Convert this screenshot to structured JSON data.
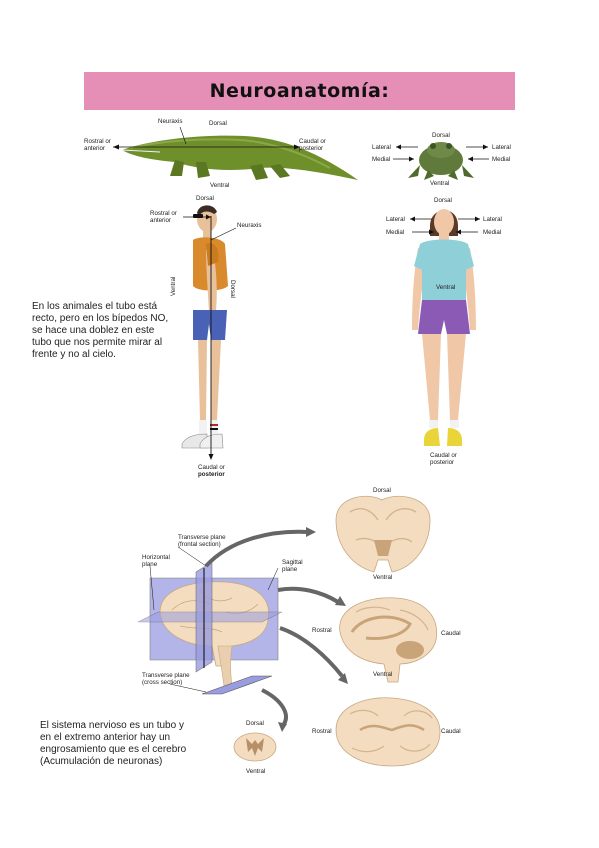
{
  "header": {
    "title": "Neuroanatomía:"
  },
  "crocodile": {
    "neuraxis": "Neuraxis",
    "dorsal": "Dorsal",
    "rostral": "Rostral or\nanterior",
    "caudal": "Caudal or\nposterior",
    "ventral": "Ventral"
  },
  "frog": {
    "dorsal": "Dorsal",
    "lateral_left": "Lateral",
    "lateral_right": "Lateral",
    "medial_left": "Medial",
    "medial_right": "Medial",
    "ventral": "Ventral"
  },
  "man": {
    "dorsal_top": "Dorsal",
    "rostral": "Rostral or\nanterior",
    "neuraxis": "Neuraxis",
    "ventral": "Ventral",
    "dorsal_side": "Dorsal",
    "caudal": "Caudal or",
    "posterior": "posterior"
  },
  "woman": {
    "dorsal": "Dorsal",
    "lateral_left": "Lateral",
    "lateral_right": "Lateral",
    "medial_left": "Medial",
    "medial_right": "Medial",
    "ventral": "Ventral",
    "caudal": "Caudal or\nposterior"
  },
  "notes": {
    "tube": "En los animales el tubo está recto, pero en los bípedos NO, se hace una doblez en este tubo que nos permite mirar al frente y no al cielo.",
    "system": "El sistema nervioso es un tubo y en el extremo anterior hay un engrosamiento que es el cerebro (Acumulación de neuronas)"
  },
  "brain_planes": {
    "transverse_frontal": "Transverse plane\n(frontal section)",
    "horizontal": "Horizontal\nplane",
    "sagittal": "Sagittal\nplane",
    "transverse_cross": "Transverse plane\n(cross section)",
    "coronal_dorsal": "Dorsal",
    "coronal_ventral": "Ventral",
    "sag_rostral": "Rostral",
    "sag_caudal": "Caudal",
    "sag_ventral": "Ventral",
    "hor_rostral": "Rostral",
    "hor_caudal": "Caudal",
    "cord_dorsal": "Dorsal",
    "cord_ventral": "Ventral"
  },
  "colors": {
    "banner": "#e58fb6",
    "crocodile": "#6f8f2a",
    "frog": "#5f7a3a",
    "shirt_man": "#d98a2c",
    "shorts_man": "#4a62b5",
    "shirt_woman": "#8fd0d8",
    "shorts_woman": "#8a5ab5",
    "plane": "#9a9ce0",
    "brain": "#f3dcc0"
  }
}
